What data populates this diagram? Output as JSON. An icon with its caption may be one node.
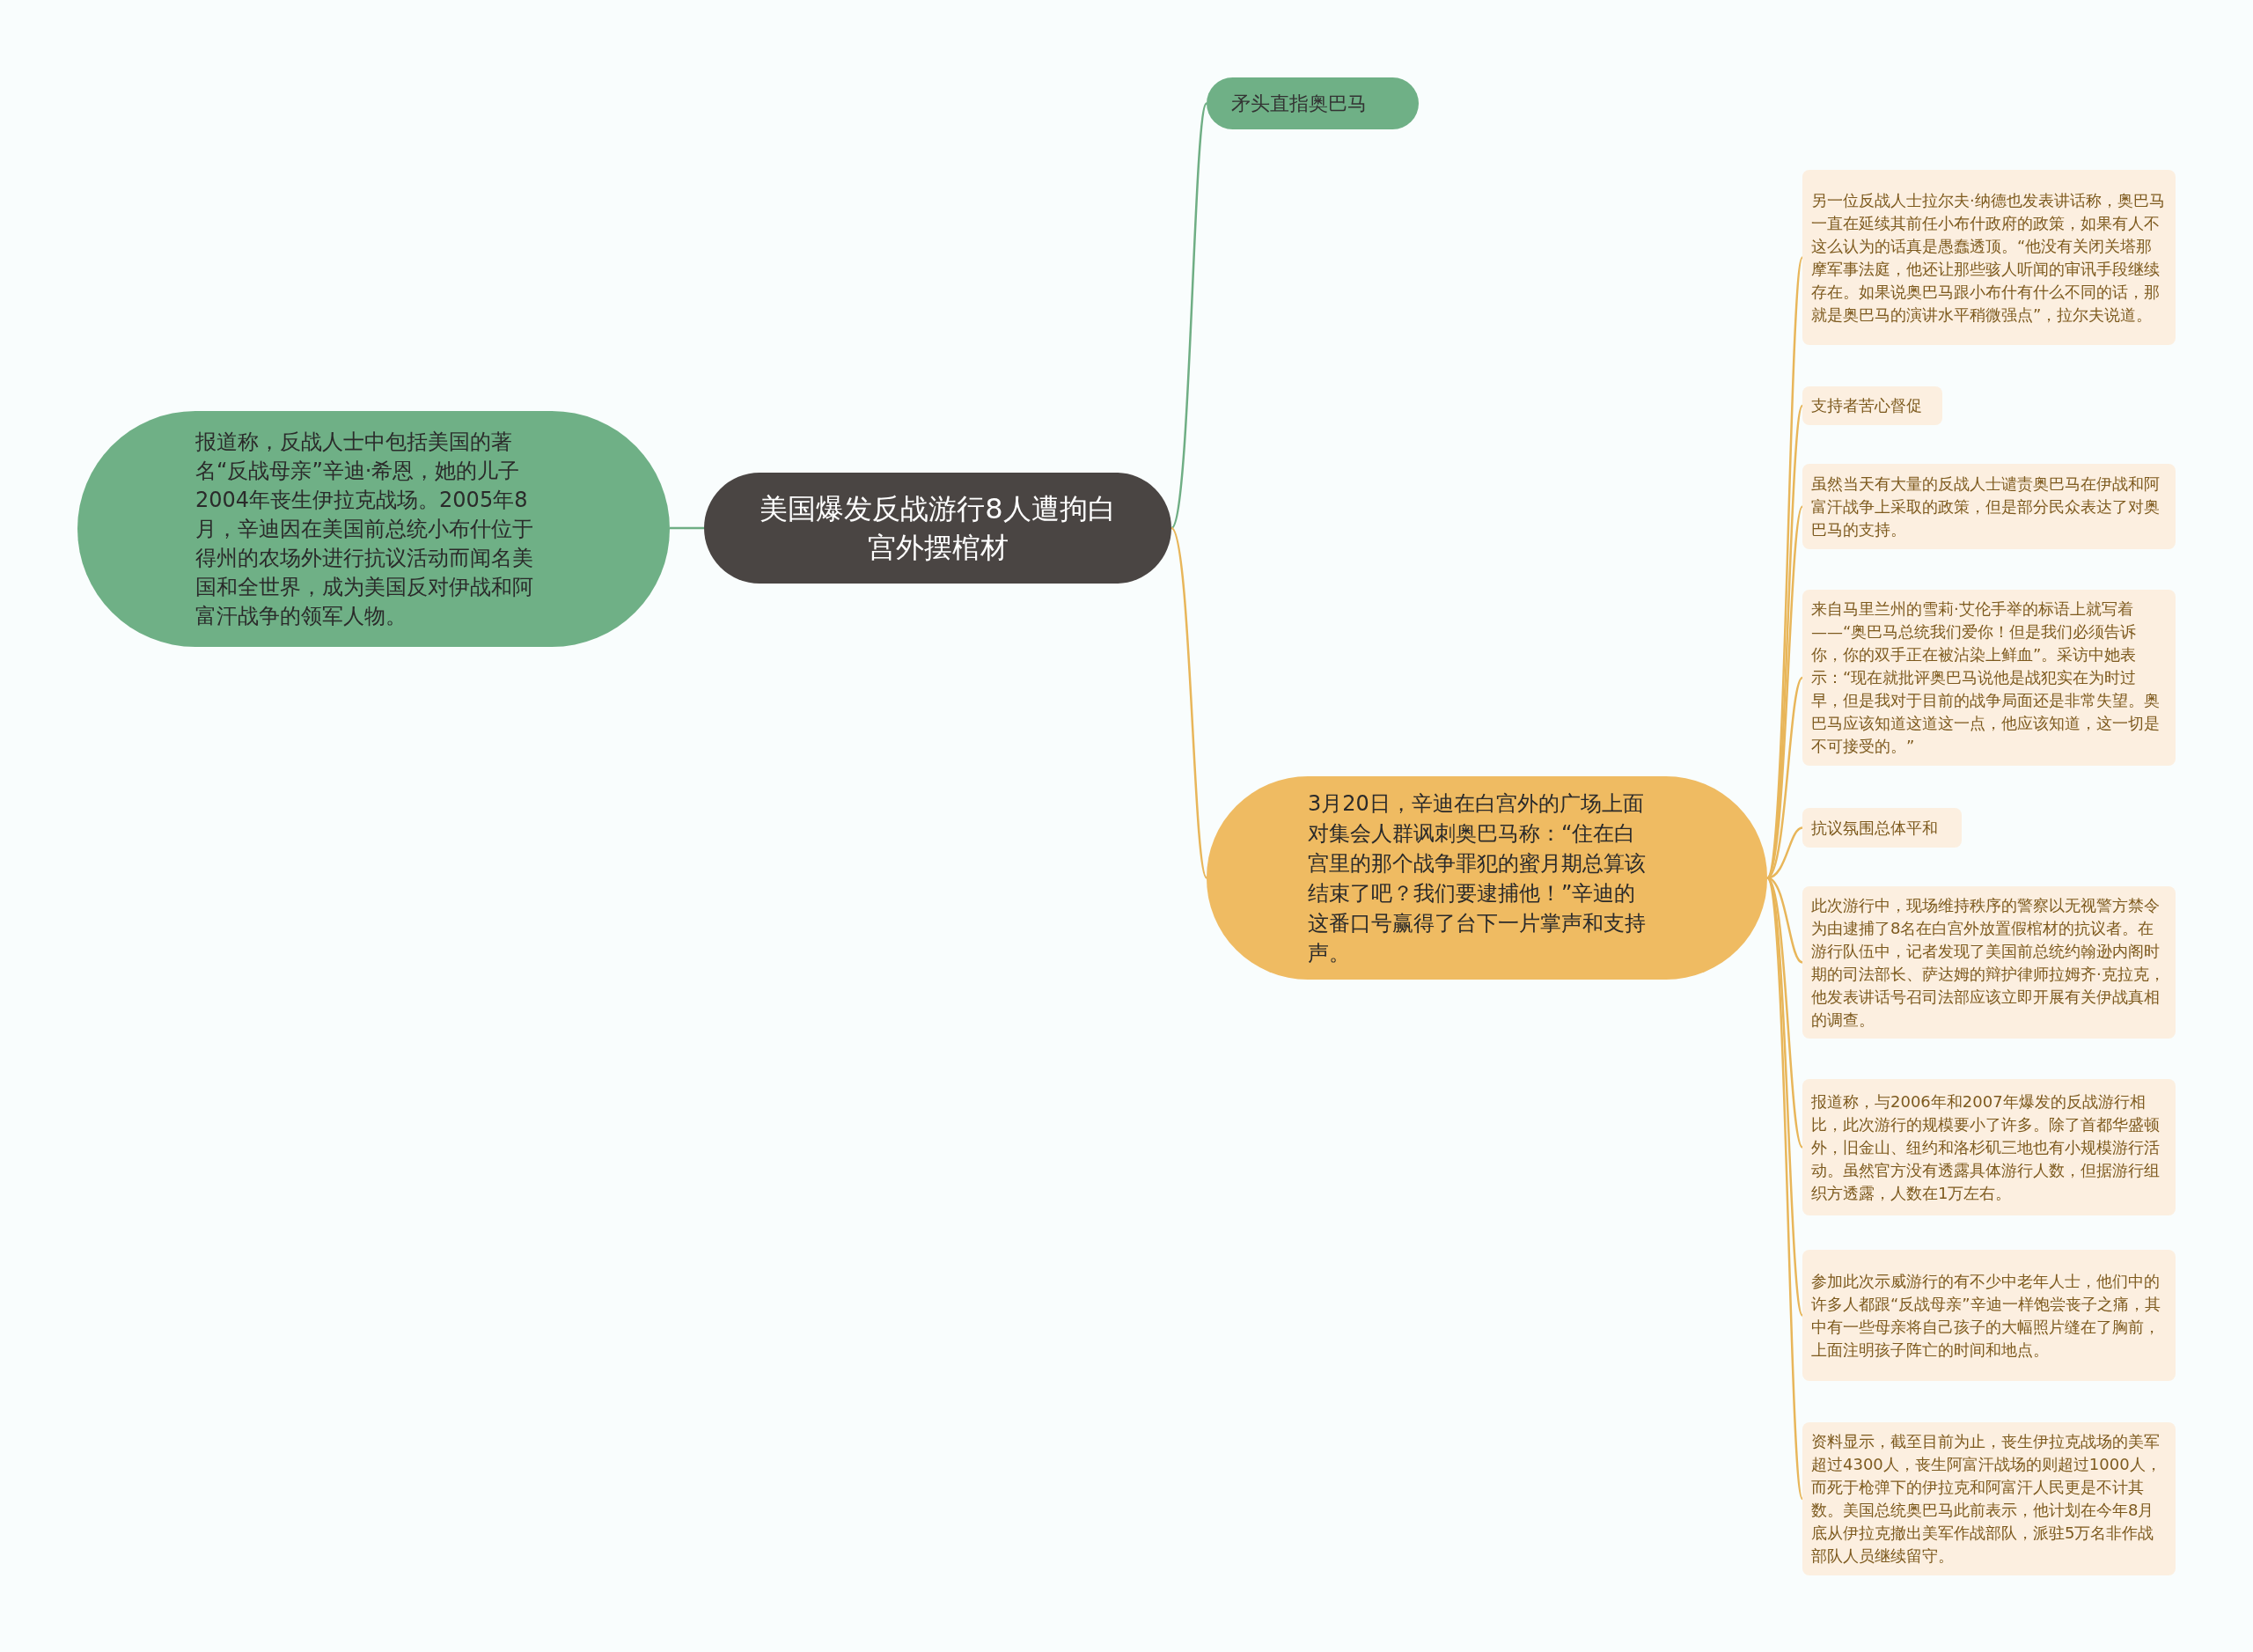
{
  "diagram": {
    "nodes": [
      {
        "text": [
          "美国爆发反战游行8人遭拘白宫外摆棺材"
        ]
      },
      {
        "text": [
          "矛头直指奥巴马"
        ]
      },
      {
        "text": [
          "报道称，反战人士中包括美国的著名“反战母亲”辛迪·希恩，她的儿子2004年丧生伊拉克战场。2005年8月，辛迪因在美国前总统小布什位于得州的农场外进行抗议活动而闻名美国和全世界，成为美国反对伊战和阿富汗战争的领军人物。"
        ]
      },
      {
        "text": [
          "3月20日，辛迪在白宫外的广场上面对集会人群讽刺奥巴马称：“住在白宫里的那个战争罪犯的蜜月期总算该结束了吧？我们要逮捕他！”辛迪的这番口号赢得了台下一片掌声和支持声。"
        ]
      },
      {
        "text": [
          "另一位反战人士拉尔夫·纳德也发表讲话称，奥巴马一直在延续其前任小布什政府的政策，如果有人不这么认为的话真是愚蠢透顶。“他没有关闭关塔那摩军事法庭，他还让那些骇人听闻的审讯手段继续存在。如果说奥巴马跟小布什有什么不同的话，那就是奥巴马的演讲水平稍微强点”，拉尔夫说道。"
        ]
      },
      {
        "text": [
          "支持者苦心督促"
        ]
      },
      {
        "text": [
          "虽然当天有大量的反战人士谴责奥巴马在伊战和阿富汗战争上采取的政策，但是部分民众表达了对奥巴马的支持。"
        ]
      },
      {
        "text": [
          "来自马里兰州的雪莉·艾伦手举的标语上就写着——“奥巴马总统我们爱你！但是我们必须告诉你，你的双手正在被沾染上鲜血”。采访中她表示：“现在就批评奥巴马说他是战犯实在为时过早，但是我对于目前的战争局面还是非常失望。奥巴马应该知道这道这一点，他应该知道，这一切是不可接受的。”"
        ]
      },
      {
        "text": [
          "抗议氛围总体平和"
        ]
      },
      {
        "text": [
          "此次游行中，现场维持秩序的警察以无视警方禁令为由逮捕了8名在白宫外放置假棺材的抗议者。在游行队伍中，记者发现了美国前总统约翰逊内阁时期的司法部长、萨达姆的辩护律师拉姆齐·克拉克，他发表讲话号召司法部应该立即开展有关伊战真相的调查。"
        ]
      },
      {
        "text": [
          "报道称，与2006年和2007年爆发的反战游行相比，此次游行的规模要小了许多。除了首都华盛顿外，旧金山、纽约和洛杉矶三地也有小规模游行活动。虽然官方没有透露具体游行人数，但据游行组织方透露，人数在1万左右。"
        ]
      },
      {
        "text": [
          "参加此次示威游行的有不少中老年人士，他们中的许多人都跟“反战母亲”辛迪一样饱尝丧子之痛，其中有一些母亲将自己孩子的大幅照片缝在了胸前，上面注明孩子阵亡的时间和地点。"
        ]
      },
      {
        "text": [
          "资料显示，截至目前为止，丧生伊拉克战场的美军超过4300人，丧生阿富汗战场的则超过1000人，而死于枪弹下的伊拉克和阿富汗人民更是不计其数。美国总统奥巴马此前表示，他计划在今年8月底从伊拉克撤出美军作战部队，派驻5万名非作战部队人员继续留守。"
        ]
      }
    ],
    "edges": [
      {
        "from": 0,
        "to": 1,
        "arrow": "none",
        "color": "#6fae84"
      },
      {
        "from": 0,
        "to": 2,
        "arrow": "none",
        "color": "#6fae84"
      },
      {
        "from": 0,
        "to": 3,
        "arrow": "none"
      },
      {
        "from": 3,
        "to": 4,
        "arrow": "none"
      },
      {
        "from": 3,
        "to": 5,
        "arrow": "none"
      },
      {
        "from": 3,
        "to": 6,
        "arrow": "none"
      },
      {
        "from": 3,
        "to": 7,
        "arrow": "none"
      },
      {
        "from": 3,
        "to": 8,
        "arrow": "none"
      },
      {
        "from": 3,
        "to": 9,
        "arrow": "none"
      },
      {
        "from": 3,
        "to": 10,
        "arrow": "none"
      },
      {
        "from": 3,
        "to": 11,
        "arrow": "none"
      },
      {
        "from": 3,
        "to": 12,
        "arrow": "none"
      }
    ]
  }
}
